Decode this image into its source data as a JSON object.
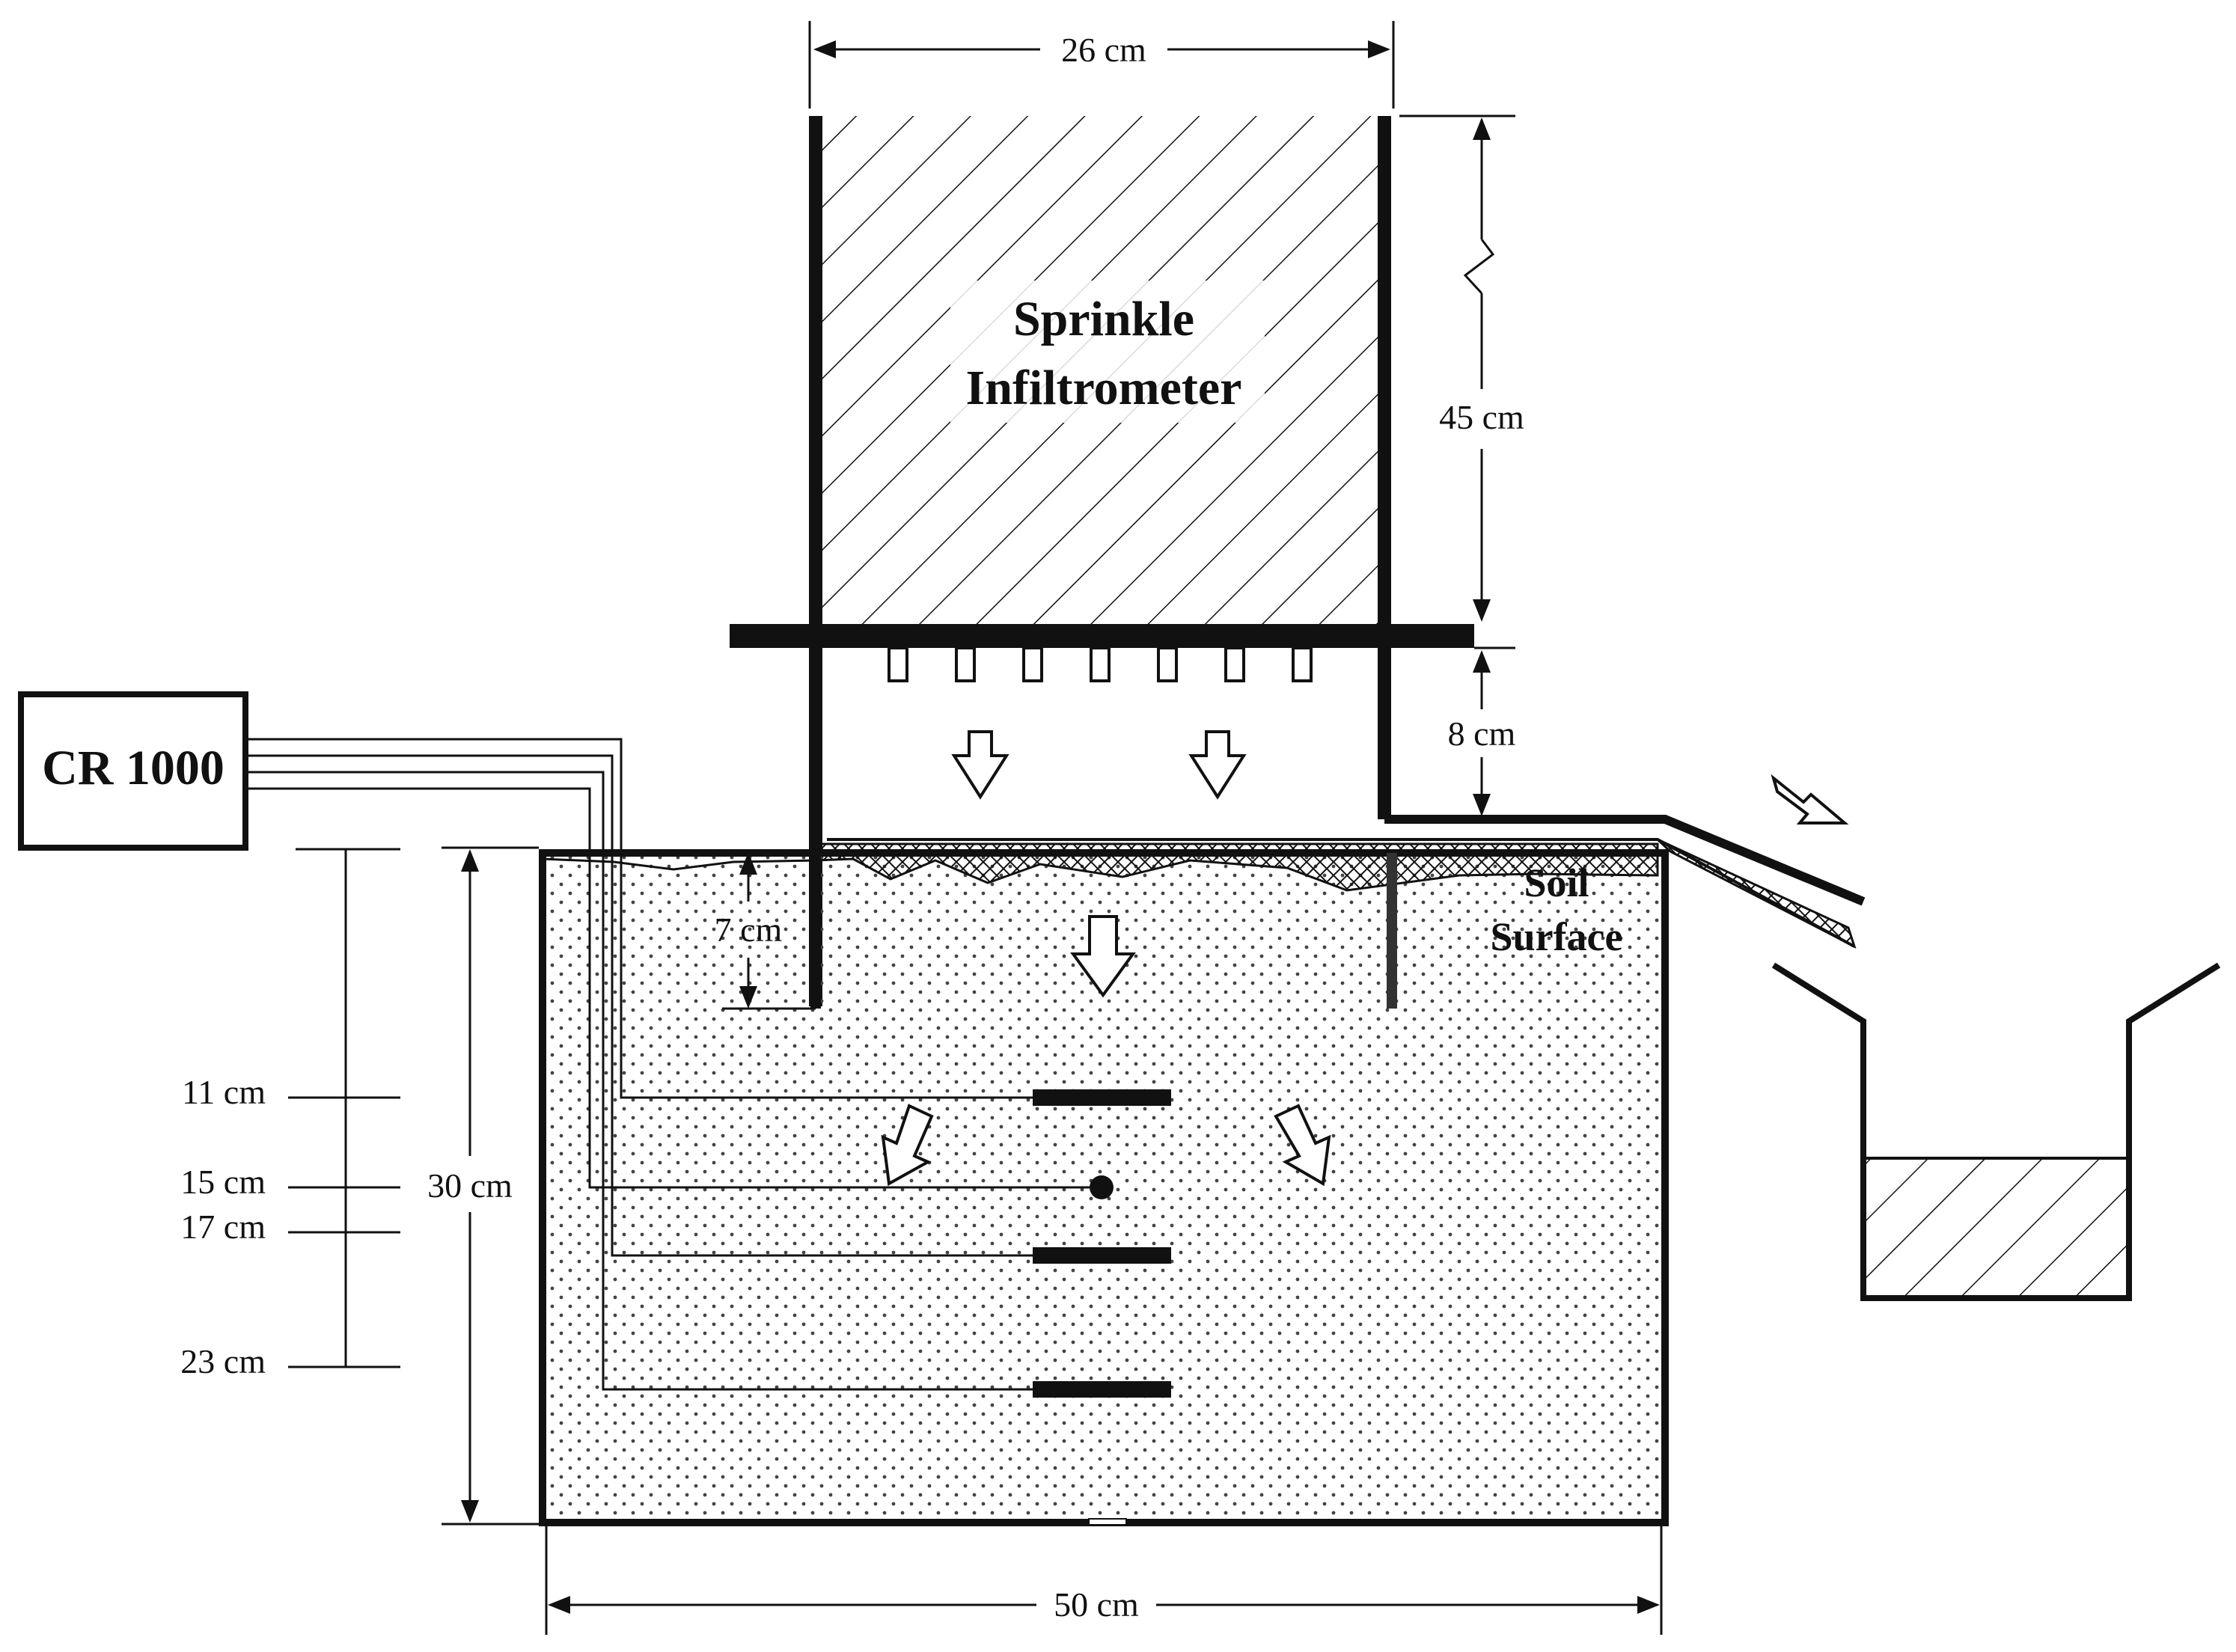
{
  "title_line1": "Sprinkle",
  "title_line2": "Infiltrometer",
  "logger_label": "CR 1000",
  "soil_label_line1": "Soil",
  "soil_label_line2": "Surface",
  "dim_width_top": "26 cm",
  "dim_height_top": "45 cm",
  "dim_gap": "8 cm",
  "dim_insertion": "7 cm",
  "dim_box_depth": "30 cm",
  "dim_box_width": "50 cm",
  "depths": {
    "d11": "11 cm",
    "d15": "15 cm",
    "d17": "17 cm",
    "d23": "23 cm"
  },
  "colors": {
    "ink": "#111111",
    "background": "#ffffff"
  }
}
